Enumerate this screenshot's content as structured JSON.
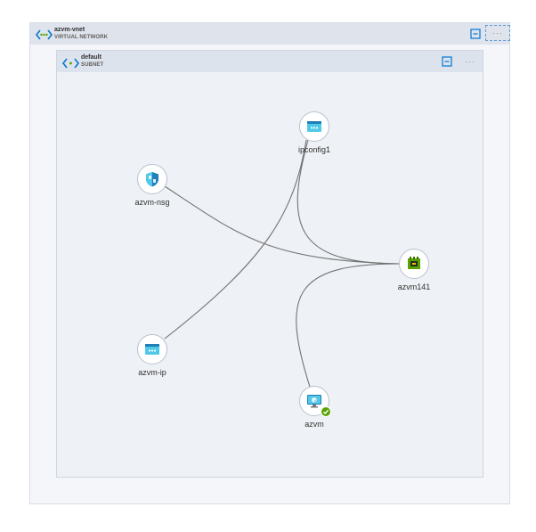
{
  "vnet": {
    "title": "azvm-vnet",
    "subtitle": "VIRTUAL NETWORK",
    "more_label": "···"
  },
  "subnet": {
    "title": "default",
    "subtitle": "SUBNET",
    "more_label": "···"
  },
  "nodes": {
    "ipconfig1": {
      "label": "ipconfig1",
      "icon": "ip-address-icon"
    },
    "nsg": {
      "label": "azvm-nsg",
      "icon": "shield-icon"
    },
    "nic": {
      "label": "azvm141",
      "icon": "network-interface-icon"
    },
    "pip": {
      "label": "azvm-ip",
      "icon": "ip-address-icon"
    },
    "vm": {
      "label": "azvm",
      "icon": "monitor-icon",
      "status": "ok"
    }
  },
  "colors": {
    "edge": "#737373",
    "accent": "#0078d4",
    "status_ok": "#57a300"
  }
}
